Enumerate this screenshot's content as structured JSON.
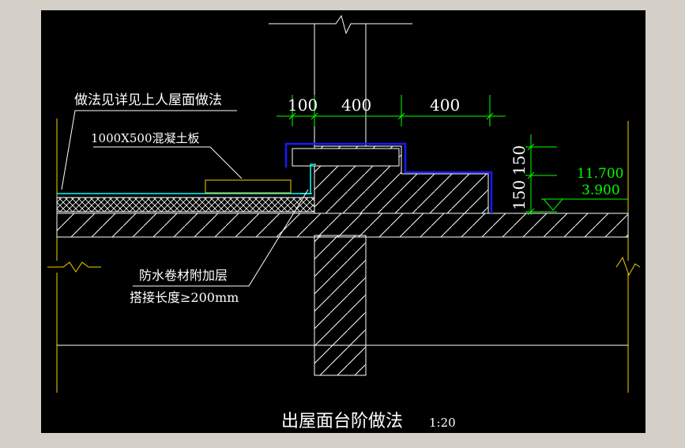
{
  "colors": {
    "canvas": "#000000",
    "frame": "#d4d0c8",
    "line_white": "#ffffff",
    "line_yellow": "#f5d000",
    "dimension_green": "#00ff00",
    "membrane_blue": "#1a1aff",
    "membrane_cyan": "#00ffff",
    "hatch_yellow": "#e0c040"
  },
  "labels": {
    "roof_note": "做法见详见上人屋面做法",
    "slab_note": "1000X500混凝土板",
    "waterproof_note": "防水卷材附加层",
    "overlap_note": "搭接长度≥200mm"
  },
  "dimensions": {
    "top_left": "100",
    "top_mid": "400",
    "top_right": "400",
    "side_lower": "150",
    "side_upper": "150"
  },
  "elevations": {
    "upper": "11.700",
    "lower": "3.900"
  },
  "title": {
    "main": "出屋面台阶做法",
    "scale": "1:20"
  }
}
